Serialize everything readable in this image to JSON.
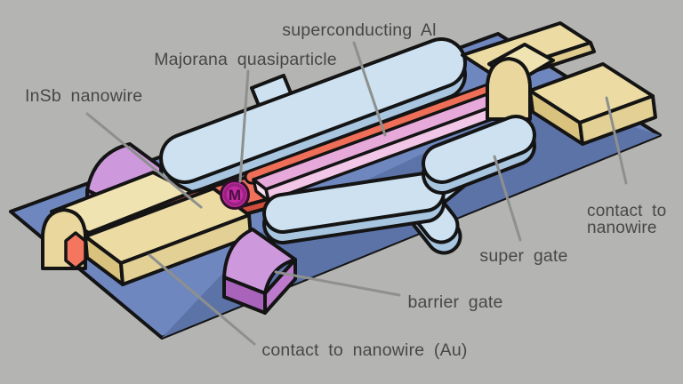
{
  "figure": {
    "title_hint": "isometric illustration of a Majorana nanowire device",
    "background_color": "#b4b5b2",
    "labels": {
      "superconducting_al": "superconducting Al",
      "majorana_quasiparticle": "Majorana quasiparticle",
      "insb_nanowire": "InSb nanowire",
      "contact_right_line1": "contact to",
      "contact_right_line2": "nanowire",
      "super_gate": "super gate",
      "barrier_gate": "barrier gate",
      "contact_au": "contact to nanowire (Au)",
      "majorana_marker": "M"
    },
    "components": [
      {
        "name": "substrate",
        "color": "#6f87bf"
      },
      {
        "name": "substrate-shaded-region",
        "color": "#5c73a8"
      },
      {
        "name": "InSb nanowire",
        "color": "#f1705b"
      },
      {
        "name": "superconducting Al shell",
        "color": "#e6a9d9"
      },
      {
        "name": "Majorana quasiparticle marker",
        "color": "#c52ba4"
      },
      {
        "name": "super gate / gate bars",
        "color": "#cde1f0"
      },
      {
        "name": "barrier gates",
        "color": "#cd98dc"
      },
      {
        "name": "Au contacts to nanowire",
        "color": "#ecdca4"
      }
    ],
    "style": {
      "outline_color": "#141414",
      "leader_line_color": "#8e908e",
      "text_color": "#474747"
    }
  }
}
